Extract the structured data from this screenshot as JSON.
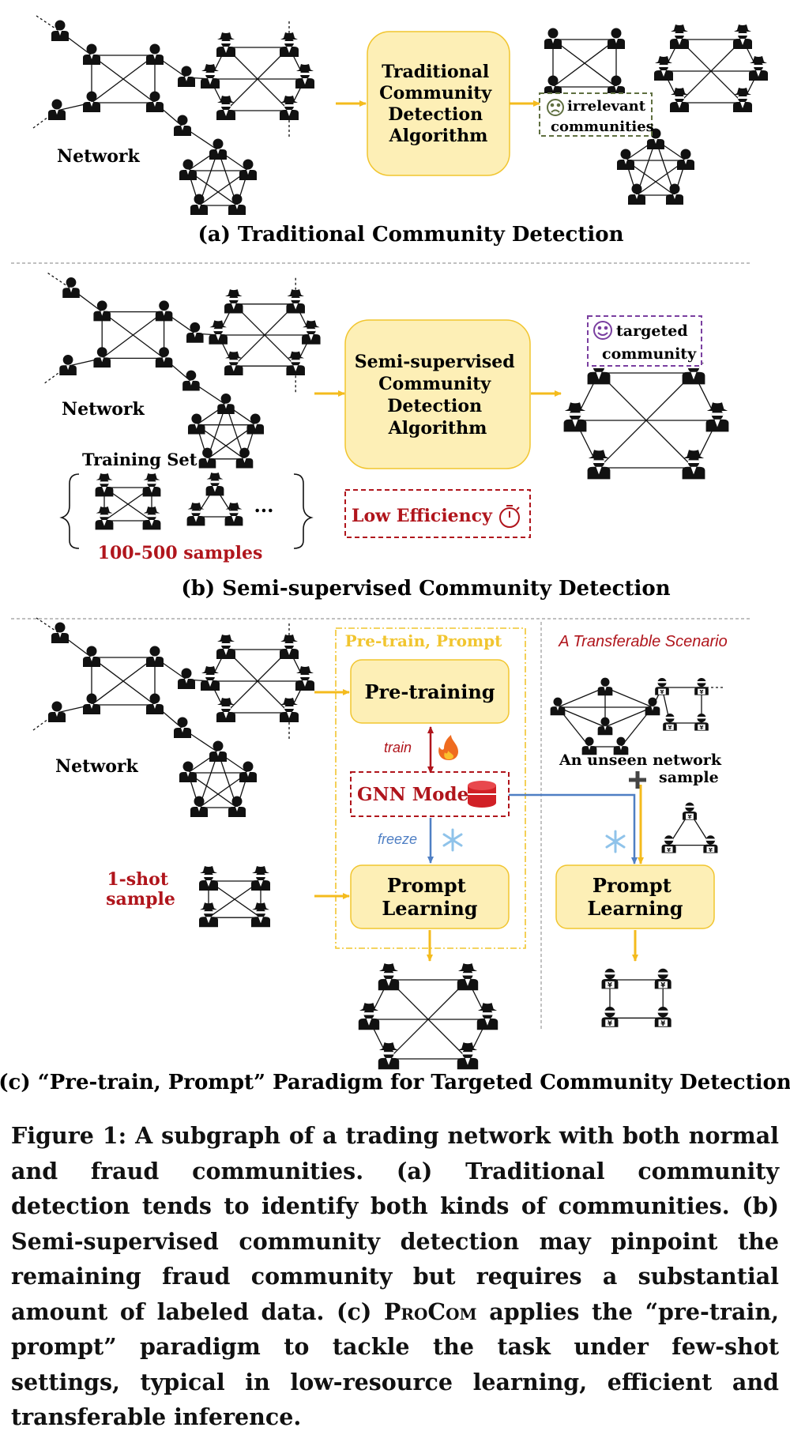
{
  "panel_a": {
    "network_label": "Network",
    "algo_lines": [
      "Traditional",
      "Community",
      "Detection",
      "Algorithm"
    ],
    "irrelevant_lines": [
      "irrelevant",
      "communities"
    ],
    "title": "(a) Traditional Community Detection"
  },
  "panel_b": {
    "network_label": "Network",
    "algo_lines": [
      "Semi-supervised",
      "Community",
      "Detection",
      "Algorithm"
    ],
    "targeted_lines": [
      "targeted",
      "community"
    ],
    "training_set_label": "Training Set",
    "ellipsis": "...",
    "samples_label": "100-500 samples",
    "low_efficiency_label": "Low Efficiency",
    "title": "(b) Semi-supervised Community Detection"
  },
  "panel_c": {
    "network_label": "Network",
    "pretrain_prompt_label": "Pre-train, Prompt",
    "transfer_label": "A Transferable Scenario",
    "pretraining_label": "Pre-training",
    "train_label": "train",
    "gnn_label": "GNN Model",
    "freeze_label": "freeze",
    "oneshot_lines": [
      "1-shot",
      "sample"
    ],
    "prompt_lines": [
      "Prompt",
      "Learning"
    ],
    "prompt2_lines": [
      "Prompt",
      "Learning"
    ],
    "unseen_lines": [
      "An unseen network",
      "sample"
    ],
    "title": "(c) “Pre-train, Prompt” Paradigm for Targeted Community Detection"
  },
  "caption": {
    "part1": "Figure 1: A subgraph of a trading network with both normal and fraud communities. (a) Traditional community detection tends to identify both kinds of communities. (b) Semi-supervised community detection may pinpoint the remaining fraud community but requires a substantial amount of labeled data. (c) ",
    "name": "ProCom",
    "part2": " applies the “pre-train, prompt” paradigm to tackle the task under few-shot settings, typical in low-resource learning, efficient and transferable inference."
  },
  "colors": {
    "box_fill": "#fdefb6",
    "box_stroke": "#f1c52f",
    "arrow_yellow": "#f4bb1d",
    "dark_red": "#b0151c",
    "blue": "#4f7fc4",
    "purple": "#7a3fa0",
    "green_dash": "#5f6f40",
    "gray_dash": "#9a9a9a"
  }
}
